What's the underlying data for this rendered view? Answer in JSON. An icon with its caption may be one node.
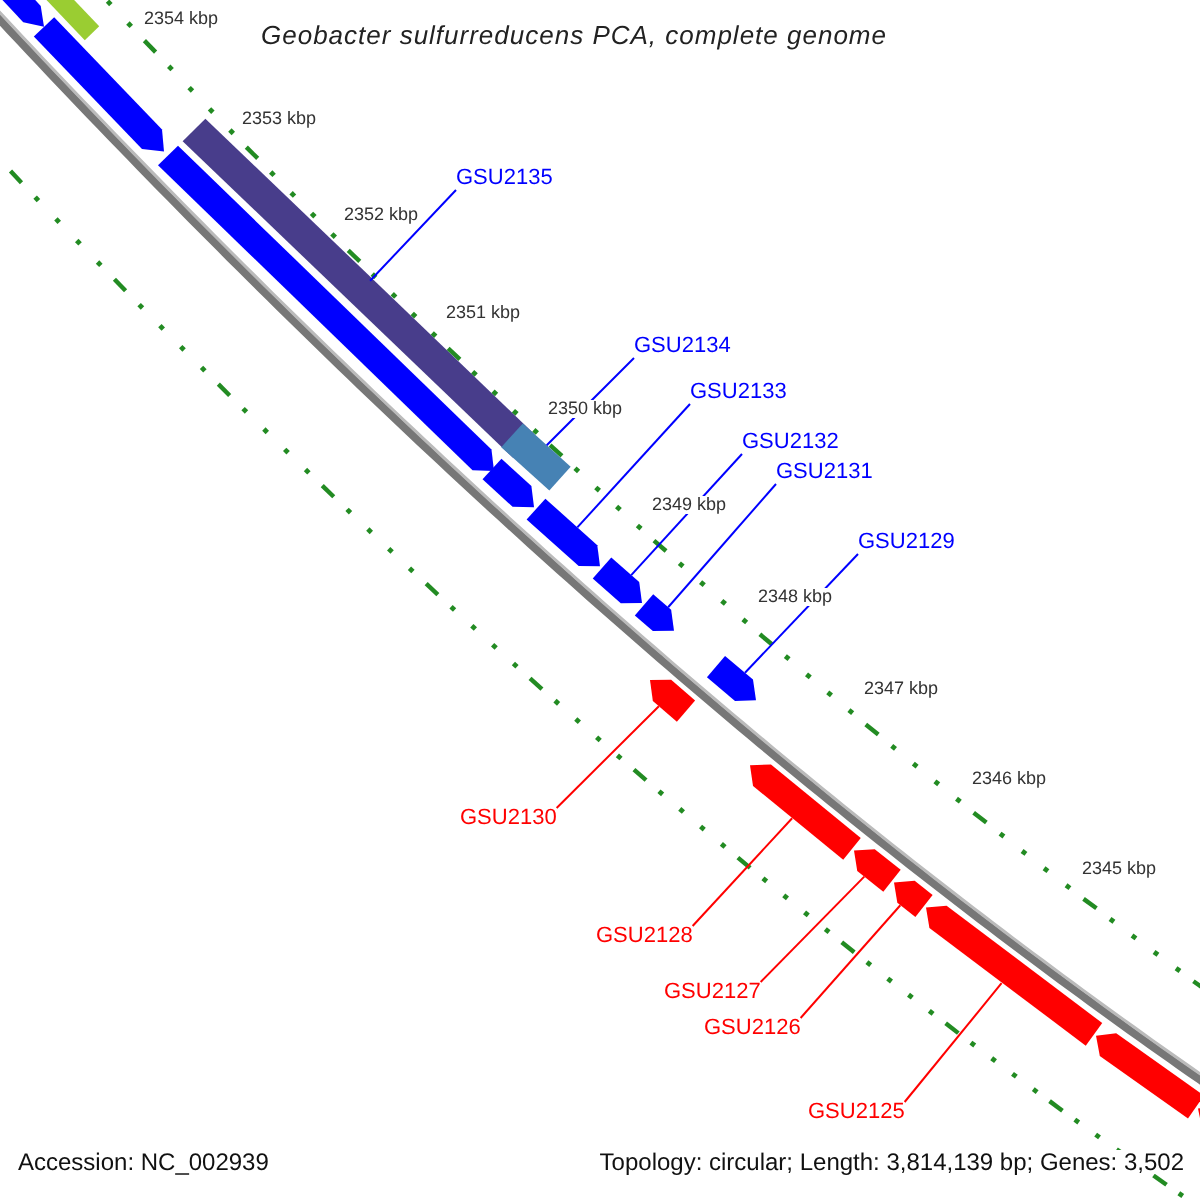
{
  "diagram": {
    "title": "Geobacter sulfurreducens PCA, complete genome",
    "nodes": [
      {
        "text": [
          "GSU2135"
        ]
      },
      {
        "text": [
          "GSU2134"
        ]
      },
      {
        "text": [
          "GSU2133"
        ]
      },
      {
        "text": [
          "GSU2132"
        ]
      },
      {
        "text": [
          "GSU2131"
        ]
      },
      {
        "text": [
          "GSU2129"
        ]
      },
      {
        "text": [
          "GSU2130"
        ]
      },
      {
        "text": [
          "GSU2128"
        ]
      },
      {
        "text": [
          "GSU2127"
        ]
      },
      {
        "text": [
          "GSU2126"
        ]
      },
      {
        "text": [
          "GSU2125"
        ]
      },
      {
        "text": [],
        "shape": "bar"
      },
      {
        "text": [],
        "shape": "arrow"
      },
      {
        "text": [],
        "shape": "arrow"
      },
      {
        "text": [],
        "shape": "bar"
      },
      {
        "text": [],
        "shape": "arrow"
      },
      {
        "text": [],
        "shape": "bar"
      },
      {
        "text": [],
        "shape": "arrow"
      },
      {
        "text": [],
        "shape": "arrow"
      },
      {
        "text": [],
        "shape": "arrow"
      },
      {
        "text": [],
        "shape": "arrow"
      },
      {
        "text": [],
        "shape": "arrow"
      },
      {
        "text": [],
        "shape": "arrow"
      },
      {
        "text": [],
        "shape": "arrow"
      },
      {
        "text": [],
        "shape": "arrow"
      },
      {
        "text": [],
        "shape": "arrow"
      },
      {
        "text": [],
        "shape": "arrow"
      },
      {
        "text": [],
        "shape": "arrow"
      },
      {
        "text": [],
        "shape": "arrow"
      }
    ],
    "edges": [
      {
        "from": 0,
        "to": 14,
        "arrow": "none"
      },
      {
        "from": 1,
        "to": 16,
        "arrow": "none"
      },
      {
        "from": 2,
        "to": 18,
        "arrow": "none"
      },
      {
        "from": 3,
        "to": 19,
        "arrow": "none"
      },
      {
        "from": 4,
        "to": 20,
        "arrow": "none"
      },
      {
        "from": 5,
        "to": 21,
        "arrow": "none"
      },
      {
        "from": 6,
        "to": 22,
        "arrow": "none",
        "color": "#ff0000"
      },
      {
        "from": 7,
        "to": 23,
        "arrow": "none",
        "color": "#ff0000"
      },
      {
        "from": 8,
        "to": 24,
        "arrow": "none",
        "color": "#ff0000"
      },
      {
        "from": 9,
        "to": 25,
        "arrow": "none",
        "color": "#ff0000"
      },
      {
        "from": 10,
        "to": 26,
        "arrow": "none",
        "color": "#ff0000"
      }
    ],
    "labels": [
      "2354 kbp",
      "2353 kbp",
      "2352 kbp",
      "2351 kbp",
      "2350 kbp",
      "2349 kbp",
      "2348 kbp",
      "2347 kbp",
      "2346 kbp",
      "2345 kbp",
      "Accession: NC_002939",
      "Topology: circular; Length: 3,814,139 bp; Genes: 3,502"
    ]
  }
}
